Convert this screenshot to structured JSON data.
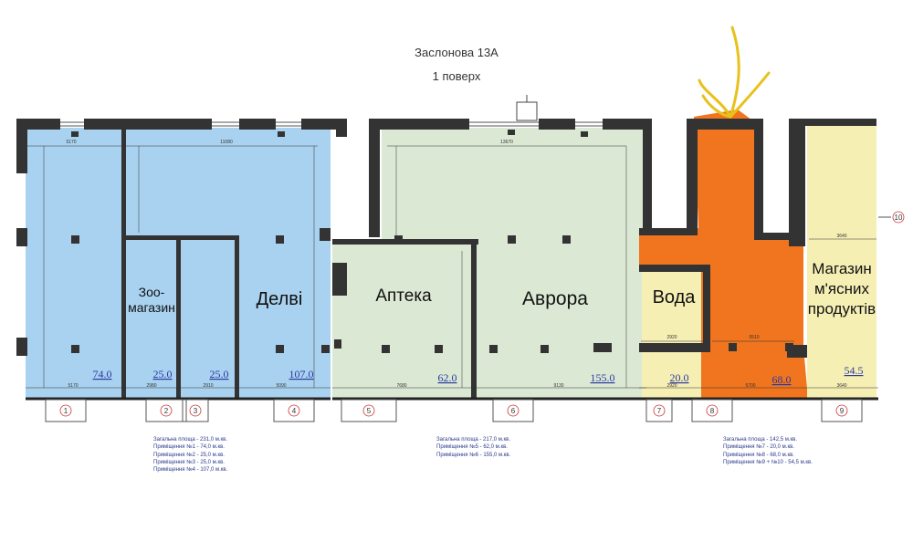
{
  "header": {
    "address": "Заслонова 13А",
    "floor": "1 поверх"
  },
  "rooms": [
    {
      "id": "r1",
      "label": [
        ""
      ],
      "area": "74.0",
      "fill": "#a9d2f0"
    },
    {
      "id": "r2",
      "label": [
        "Зоо-",
        "магазин"
      ],
      "area": "25.0",
      "fill": "#a9d2f0"
    },
    {
      "id": "r3",
      "label": [
        ""
      ],
      "area": "25.0",
      "fill": "#a9d2f0"
    },
    {
      "id": "r4",
      "label": [
        "Делві"
      ],
      "area": "107.0",
      "fill": "#a9d2f0"
    },
    {
      "id": "r5",
      "label": [
        "Аптека"
      ],
      "area": "62.0",
      "fill": "#dbe9d4"
    },
    {
      "id": "r6",
      "label": [
        "Аврора"
      ],
      "area": "155.0",
      "fill": "#dbe9d4"
    },
    {
      "id": "r7",
      "label": [
        "Вода"
      ],
      "area": "20.0",
      "fill": "#f6efb4"
    },
    {
      "id": "r8",
      "label": [
        ""
      ],
      "area": "68.0",
      "fill": "#f0751e"
    },
    {
      "id": "r9",
      "label": [
        "Магазин",
        "м'ясних",
        "продуктів"
      ],
      "area": "54.5",
      "fill": "#f6efb4"
    }
  ],
  "entrances": [
    "1",
    "2",
    "3",
    "4",
    "5",
    "6",
    "7",
    "8",
    "9",
    "10"
  ],
  "dimensions": [
    "5170",
    "11080",
    "13670",
    "5170",
    "2980",
    "2910",
    "5090",
    "7680",
    "9130",
    "2920",
    "5700",
    "3640",
    "3640",
    "2920",
    "5510"
  ],
  "summaries": [
    {
      "lines": [
        "Загальна площа - 231,0 м.кв.",
        "Приміщення №1 - 74,0 м.кв.",
        "Приміщення №2 - 25,0 м.кв.",
        "Приміщення №3 - 25,0 м.кв.",
        "Приміщення №4 - 107,0 м.кв."
      ]
    },
    {
      "lines": [
        "Загальна площа - 217,0 м.кв.",
        "Приміщення №5 - 62,0 м.кв.",
        "Приміщення №6 - 155,0 м.кв."
      ]
    },
    {
      "lines": [
        "Загальна площа - 142,5 м.кв.",
        "Приміщення №7 - 20,0 м.кв.",
        "Приміщення №8 - 68,0 м.кв.",
        "Приміщення №9 + №10 - 54,5 м.кв."
      ]
    }
  ],
  "colors": {
    "wall": "#333333",
    "blue_zone": "#a9d2f0",
    "green_zone": "#dbe9d4",
    "yellow_zone": "#f6efb4",
    "orange_highlight": "#f0751e",
    "annotation": "#e8c11a"
  }
}
